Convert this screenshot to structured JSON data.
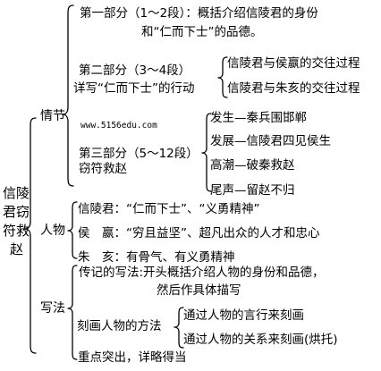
{
  "root": {
    "lines": [
      "信陵",
      "君窃",
      "符救",
      "赵"
    ]
  },
  "branch_plot": {
    "label": "情节",
    "part1": {
      "line1": "第一部分（1～2段）：概括介绍信陵君的身份",
      "line2": "和“仁而下士”的品德。"
    },
    "part2": {
      "line1": "第二部分（3～4段）",
      "line2": "详写“仁而下士”的行动",
      "items": [
        "信陵君与侯嬴的交往过程",
        "信陵君与朱亥的交往过程"
      ]
    },
    "watermark": "www.5156edu.com",
    "part3": {
      "line1": "第三部分（5～12段）",
      "line2": "窃符救赵",
      "items": [
        "发生—秦兵围邯郸",
        "发展—信陵君四见侯生",
        "高潮—破秦救赵",
        "尾声—留赵不归"
      ]
    }
  },
  "branch_characters": {
    "label": "人物",
    "items": [
      "信陵君：“仁而下士”、“义勇精神”",
      "侯　嬴：“穷且益坚”、超凡出众的人才和忠心",
      "朱　亥：有骨气、有义勇精神"
    ]
  },
  "branch_writing": {
    "label": "写法",
    "item1": {
      "line1": "传记的写法:开头概括介绍人物的身份和品德，",
      "line2": "然后作具体描写"
    },
    "item2": {
      "label": "刻画人物的方法",
      "items": [
        "通过人物的言行来刻画",
        "通过人物的关系来刻画(烘托)"
      ]
    },
    "item3": "重点突出，详略得当"
  }
}
